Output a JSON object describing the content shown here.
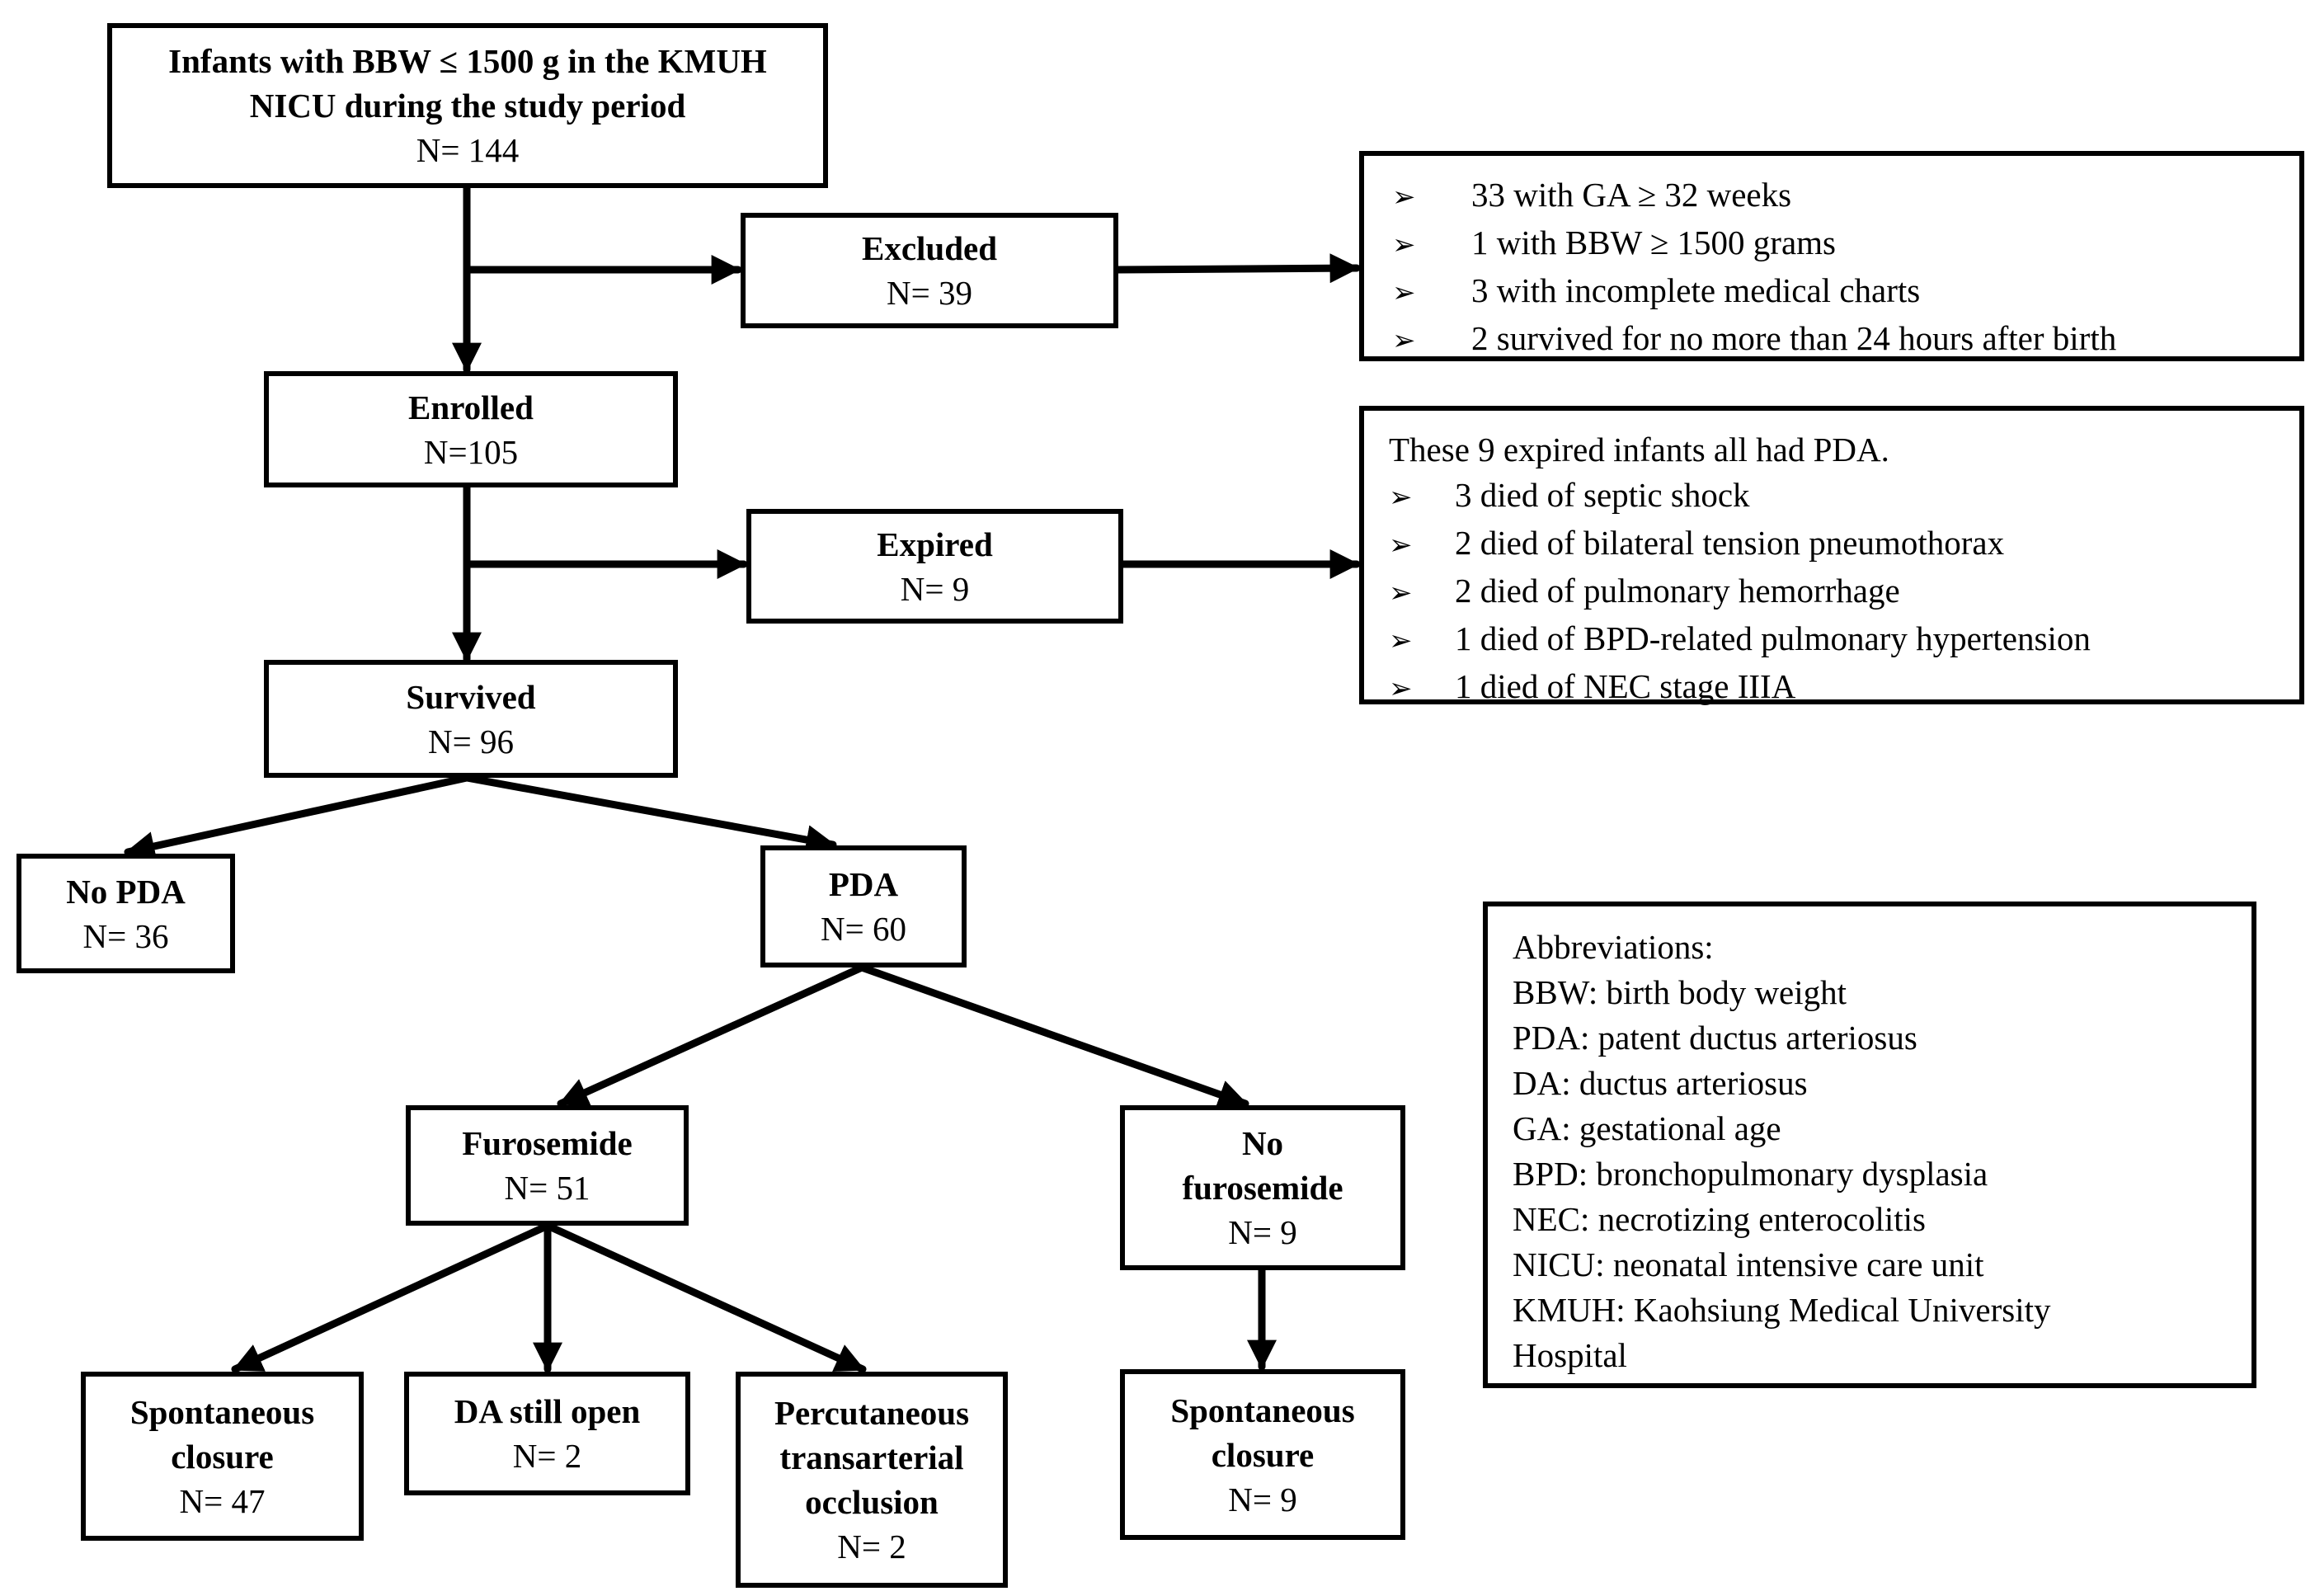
{
  "nodes": {
    "start": {
      "title": "Infants with BBW ≤ 1500 g in the KMUH NICU during the study period",
      "count": "N= 144"
    },
    "excluded": {
      "title": "Excluded",
      "count": "N= 39"
    },
    "enrolled": {
      "title": "Enrolled",
      "count": "N=105"
    },
    "expired": {
      "title": "Expired",
      "count": "N= 9"
    },
    "survived": {
      "title": "Survived",
      "count": "N= 96"
    },
    "no_pda": {
      "title": "No PDA",
      "count": "N= 36"
    },
    "pda": {
      "title": "PDA",
      "count": "N= 60"
    },
    "furosemide": {
      "title": "Furosemide",
      "count": "N= 51"
    },
    "no_furosemide": {
      "title": "No furosemide",
      "count": "N= 9"
    },
    "spont_closure_f": {
      "title": "Spontaneous closure",
      "count": "N= 47"
    },
    "da_open": {
      "title": "DA still open",
      "count": "N= 2"
    },
    "percutaneous": {
      "title": "Percutaneous transarterial occlusion",
      "count": "N= 2"
    },
    "spont_closure_nf": {
      "title": "Spontaneous closure",
      "count": "N= 9"
    }
  },
  "excluded_reasons": [
    "33 with GA ≥ 32 weeks",
    "1 with BBW ≥ 1500 grams",
    "3 with incomplete medical charts",
    "2 survived for no more than 24 hours after birth"
  ],
  "expired_note": {
    "heading": "These 9 expired infants all had PDA.",
    "causes": [
      "3 died of septic shock",
      "2 died of bilateral tension pneumothorax",
      "2 died of pulmonary hemorrhage",
      "1 died of BPD-related pulmonary hypertension",
      "1 died of NEC stage IIIA"
    ]
  },
  "bullet_symbol": "➢",
  "abbreviations": {
    "heading": "Abbreviations:",
    "items": [
      "BBW: birth body weight",
      "PDA: patent ductus arteriosus",
      "DA: ductus arteriosus",
      "GA: gestational age",
      "BPD: bronchopulmonary dysplasia",
      "NEC: necrotizing enterocolitis",
      "NICU: neonatal intensive care unit",
      "KMUH: Kaohsiung Medical University",
      "Hospital"
    ]
  }
}
